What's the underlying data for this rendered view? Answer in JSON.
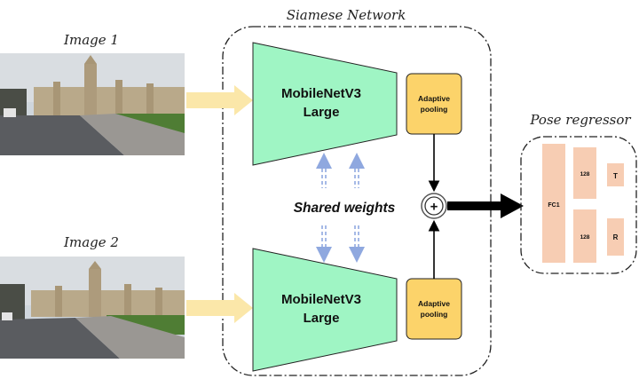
{
  "titles": {
    "siamese": "Siamese Network",
    "pose_regressor": "Pose regressor",
    "image1": "Image 1",
    "image2": "Image 2",
    "shared_weights": "Shared weights"
  },
  "encoders": {
    "top": {
      "line1": "MobileNetV3",
      "line2": "Large"
    },
    "bottom": {
      "line1": "MobileNetV3",
      "line2": "Large"
    }
  },
  "pooling": {
    "top": {
      "line1": "Adaptive",
      "line2": "pooling"
    },
    "bottom": {
      "line1": "Adaptive",
      "line2": "pooling"
    }
  },
  "merge_symbol": "+",
  "regressor": {
    "fc1": "FC1",
    "fc_top": "128",
    "fc_bottom": "128",
    "out_t": "T",
    "out_r": "R"
  },
  "colors": {
    "encoder_fill": "#9ff5c4",
    "pooling_fill": "#fcd36a",
    "regressor_fill": "#f7cdb3",
    "input_arrow": "#fbe7a9",
    "shared_arrow": "#8fa8df"
  }
}
